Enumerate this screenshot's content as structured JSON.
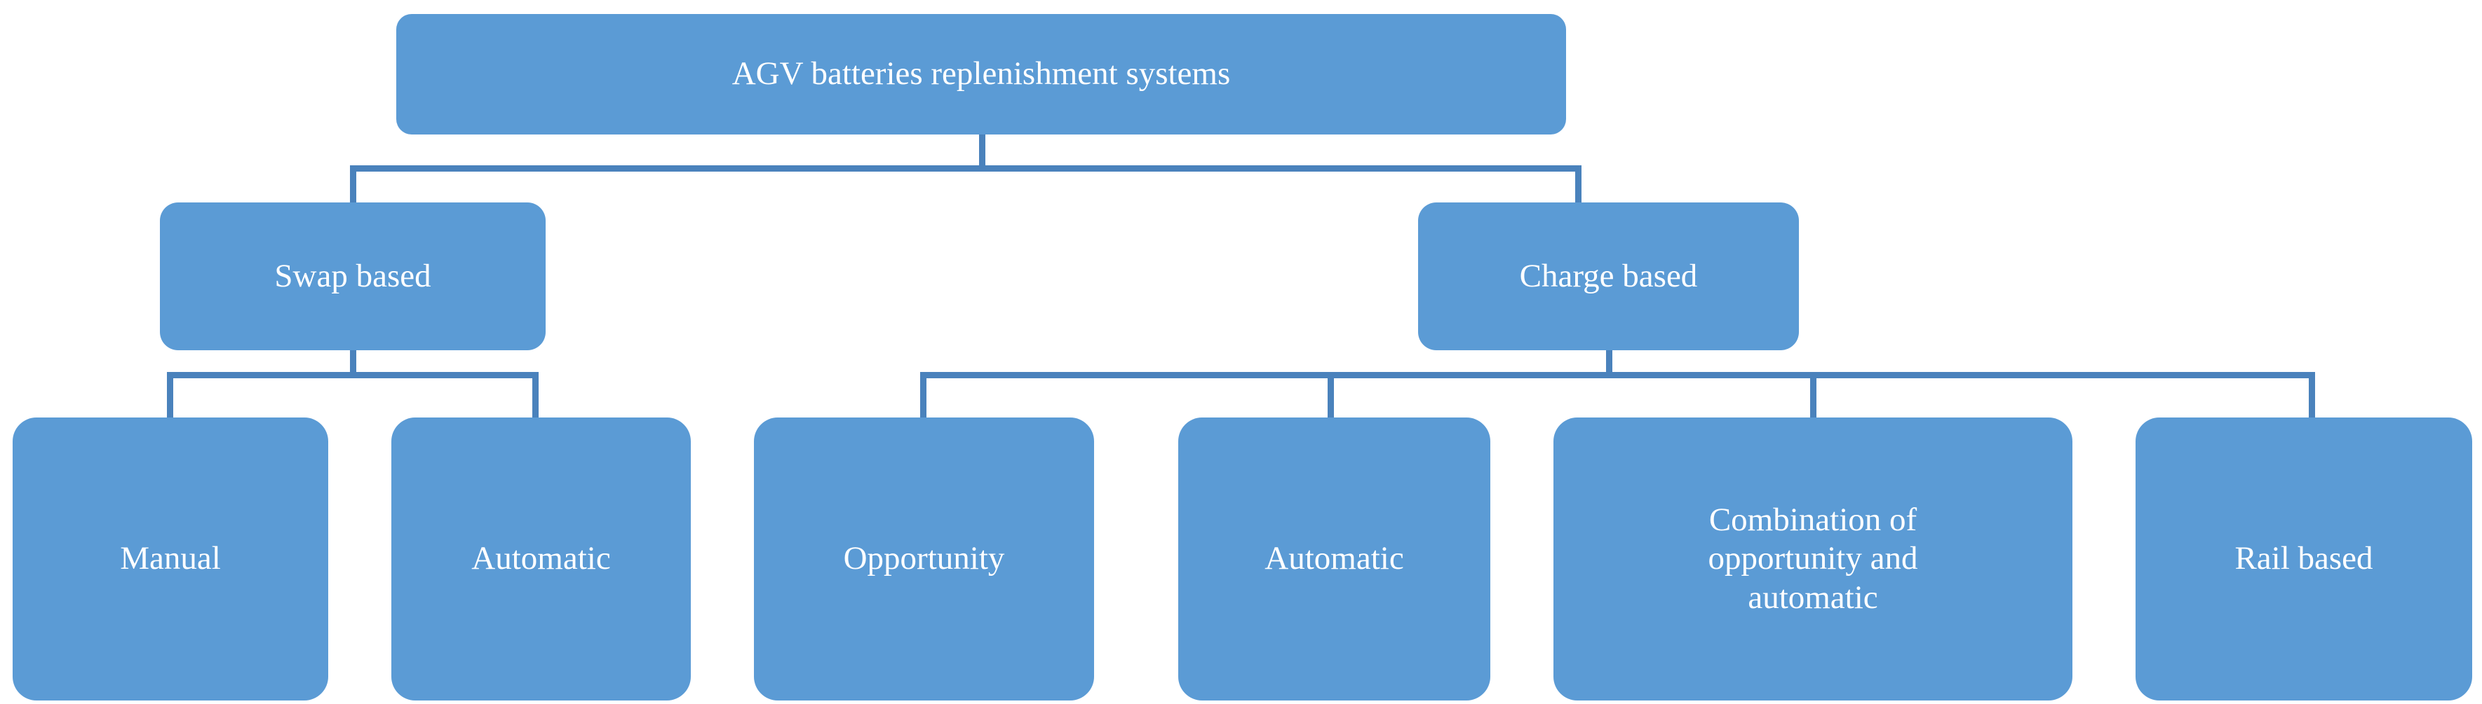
{
  "diagram": {
    "type": "tree",
    "orientation": "top-down",
    "colors": {
      "node_fill": "#5B9BD5",
      "node_text": "#FFFFFF",
      "connector": "#4A82BC",
      "background": "#FFFFFF"
    },
    "root": {
      "id": "root",
      "label": "AGV batteries replenishment systems",
      "level": 0
    },
    "level2": [
      {
        "id": "swap-based",
        "label": "Swap based",
        "level": 1,
        "parent": "root"
      },
      {
        "id": "charge-based",
        "label": "Charge based",
        "level": 1,
        "parent": "root"
      }
    ],
    "level3": [
      {
        "id": "manual",
        "label": "Manual",
        "level": 2,
        "parent": "swap-based"
      },
      {
        "id": "swap-automatic",
        "label": "Automatic",
        "level": 2,
        "parent": "swap-based"
      },
      {
        "id": "opportunity",
        "label": "Opportunity",
        "level": 2,
        "parent": "charge-based"
      },
      {
        "id": "charge-automatic",
        "label": "Automatic",
        "level": 2,
        "parent": "charge-based"
      },
      {
        "id": "combination",
        "label": "Combination of\nopportunity and\nautomatic",
        "level": 2,
        "parent": "charge-based"
      },
      {
        "id": "rail-based",
        "label": "Rail based",
        "level": 2,
        "parent": "charge-based"
      }
    ]
  }
}
